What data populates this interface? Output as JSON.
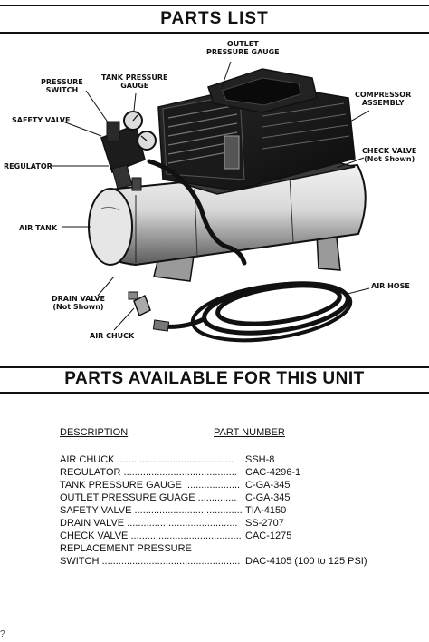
{
  "header": {
    "title": "PARTS  LIST",
    "subtitle": "PARTS AVAILABLE FOR THIS UNIT"
  },
  "callouts": {
    "outlet_gauge": [
      "OUTLET",
      "PRESSURE GAUGE"
    ],
    "tank_gauge": [
      "TANK PRESSURE",
      "GAUGE"
    ],
    "pressure_switch": [
      "PRESSURE",
      "SWITCH"
    ],
    "compressor_assembly": [
      "COMPRESSOR",
      "ASSEMBLY"
    ],
    "safety_valve": [
      "SAFETY VALVE"
    ],
    "check_valve": [
      "CHECK VALVE",
      "(Not Shown)"
    ],
    "regulator": [
      "REGULATOR"
    ],
    "air_tank": [
      "AIR TANK"
    ],
    "air_hose": [
      "AIR HOSE"
    ],
    "drain_valve": [
      "DRAIN VALVE",
      "(Not Shown)"
    ],
    "air_chuck": [
      "AIR CHUCK"
    ]
  },
  "table": {
    "col_description": "DESCRIPTION",
    "col_part_number": "PART NUMBER",
    "rows": [
      {
        "desc": "AIR CHUCK",
        "dots": "..........................................",
        "num": "SSH-8"
      },
      {
        "desc": "REGULATOR",
        "dots": ".........................................",
        "num": "CAC-4296-1"
      },
      {
        "desc": "TANK PRESSURE GAUGE",
        "dots": "....................",
        "num": "C-GA-345"
      },
      {
        "desc": "OUTLET PRESSURE GUAGE",
        "dots": "..............",
        "num": "C-GA-345"
      },
      {
        "desc": "SAFETY VALVE",
        "dots": ".......................................",
        "num": "TIA-4150"
      },
      {
        "desc": "DRAIN VALVE",
        "dots": "........................................",
        "num": "SS-2707"
      },
      {
        "desc": "CHECK VALVE",
        "dots": "........................................",
        "num": "CAC-1275"
      },
      {
        "desc": "REPLACEMENT PRESSURE",
        "dots": "",
        "num": ""
      },
      {
        "desc": "SWITCH",
        "dots": "..................................................",
        "num": "DAC-4105 (100 to 125 PSI)"
      }
    ]
  },
  "corner_mark": "?"
}
